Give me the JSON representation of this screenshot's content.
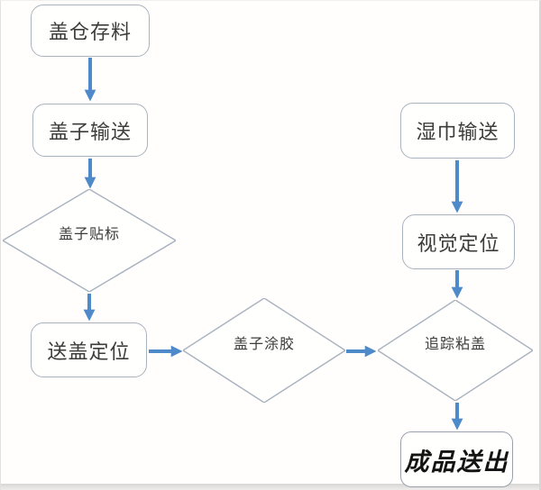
{
  "colors": {
    "arrow": "#4e8ac9",
    "shape_border": "#a9b2bf",
    "shape_fill": "#fffffe",
    "text": "#3c3c3c",
    "final_text": "#141414",
    "canvas_bg": "#fffefc",
    "edge_trim": "#dddcd9"
  },
  "flowchart": {
    "nodes": {
      "cap_storage": {
        "label": "盖仓存料",
        "shape": "rounded-rect"
      },
      "cap_convey": {
        "label": "盖子输送",
        "shape": "rounded-rect"
      },
      "cap_labeling": {
        "label": "盖子贴标",
        "shape": "diamond"
      },
      "cap_position": {
        "label": "送盖定位",
        "shape": "rounded-rect"
      },
      "cap_gluing": {
        "label": "盖子涂胶",
        "shape": "diamond"
      },
      "wipes_convey": {
        "label": "湿巾输送",
        "shape": "rounded-rect"
      },
      "vision_position": {
        "label": "视觉定位",
        "shape": "rounded-rect"
      },
      "track_bonding": {
        "label": "追踪粘盖",
        "shape": "diamond"
      },
      "product_output": {
        "label": "成品送出",
        "shape": "rounded-rect"
      }
    },
    "edges": [
      {
        "from": "盖仓存料",
        "to": "盖子输送"
      },
      {
        "from": "盖子输送",
        "to": "盖子贴标"
      },
      {
        "from": "盖子贴标",
        "to": "送盖定位"
      },
      {
        "from": "送盖定位",
        "to": "盖子涂胶"
      },
      {
        "from": "盖子涂胶",
        "to": "追踪粘盖"
      },
      {
        "from": "湿巾输送",
        "to": "视觉定位"
      },
      {
        "from": "视觉定位",
        "to": "追踪粘盖"
      },
      {
        "from": "追踪粘盖",
        "to": "成品送出"
      }
    ]
  }
}
